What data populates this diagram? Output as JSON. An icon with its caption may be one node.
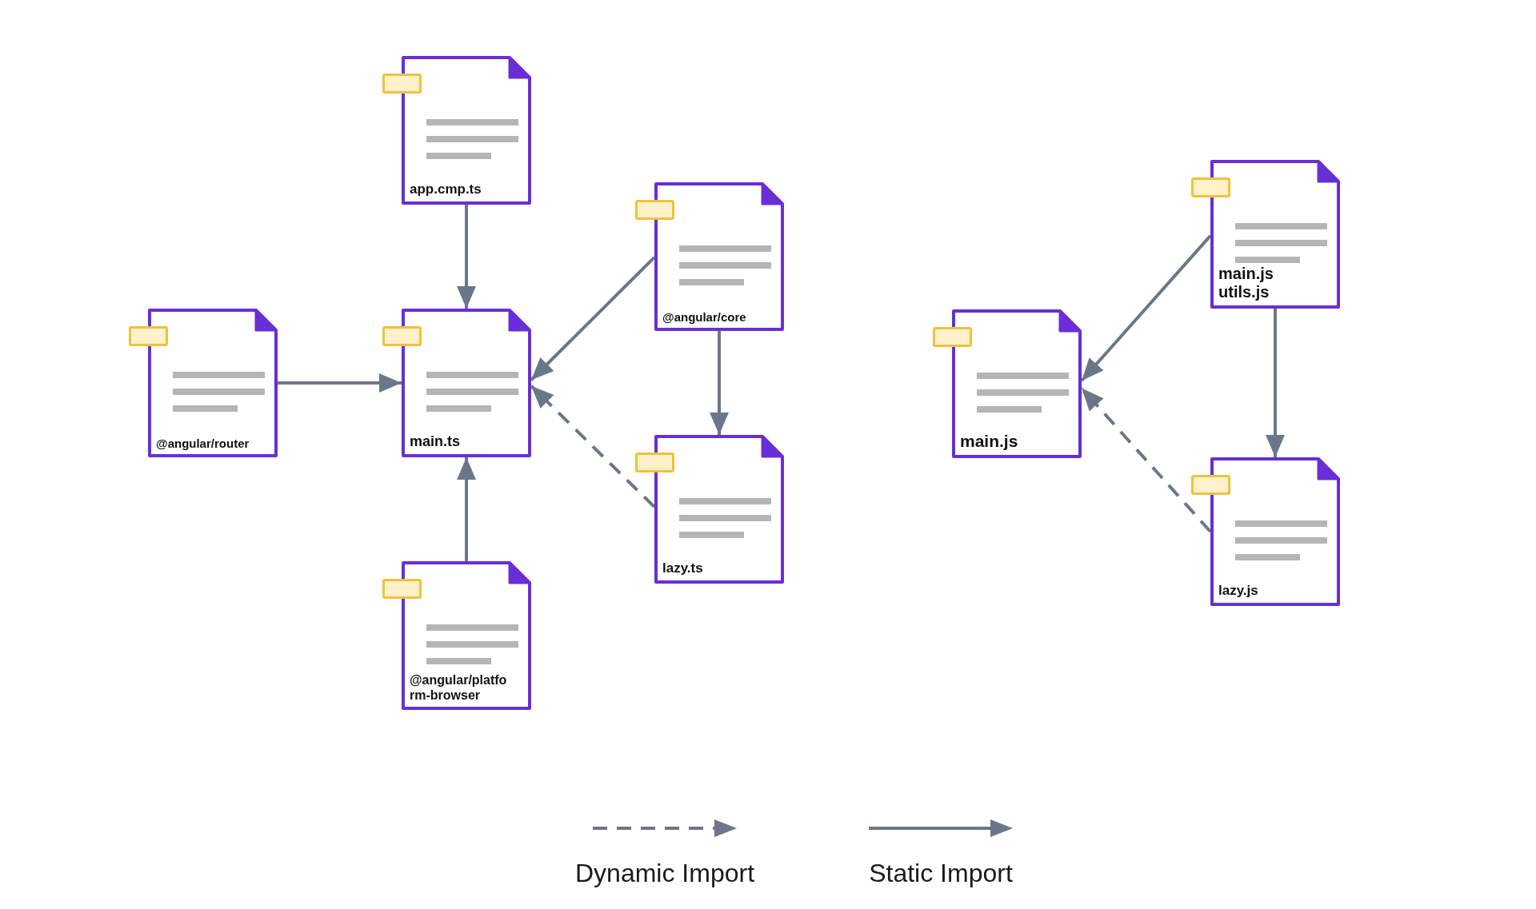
{
  "diagram": {
    "nodes": [
      {
        "text": [
          "app.cmp.ts"
        ]
      },
      {
        "text": [
          "@angular/router"
        ]
      },
      {
        "text": [
          "main.ts"
        ]
      },
      {
        "text": [
          "@angular/core"
        ]
      },
      {
        "text": [
          "lazy.ts"
        ]
      },
      {
        "text": [
          "@angular/platform-browser"
        ]
      },
      {
        "text": [
          "main.js utils.js"
        ]
      },
      {
        "text": [
          "main.js"
        ]
      },
      {
        "text": [
          "lazy.js"
        ]
      }
    ],
    "edges": [
      {
        "from": 0,
        "to": 2,
        "arrow": "to"
      },
      {
        "from": 1,
        "to": 2,
        "arrow": "to"
      },
      {
        "from": 3,
        "to": 2,
        "arrow": "to"
      },
      {
        "from": 4,
        "to": 2,
        "arrow": "to",
        "style": "dashed"
      },
      {
        "from": 3,
        "to": 4,
        "arrow": "to"
      },
      {
        "from": 5,
        "to": 2,
        "arrow": "to"
      },
      {
        "from": 6,
        "to": 7,
        "arrow": "to"
      },
      {
        "from": 8,
        "to": 7,
        "arrow": "to",
        "style": "dashed"
      },
      {
        "from": 6,
        "to": 8,
        "arrow": "to"
      }
    ],
    "legend": [
      {
        "text": "Dynamic Import"
      },
      {
        "text": "Static Import"
      }
    ]
  }
}
